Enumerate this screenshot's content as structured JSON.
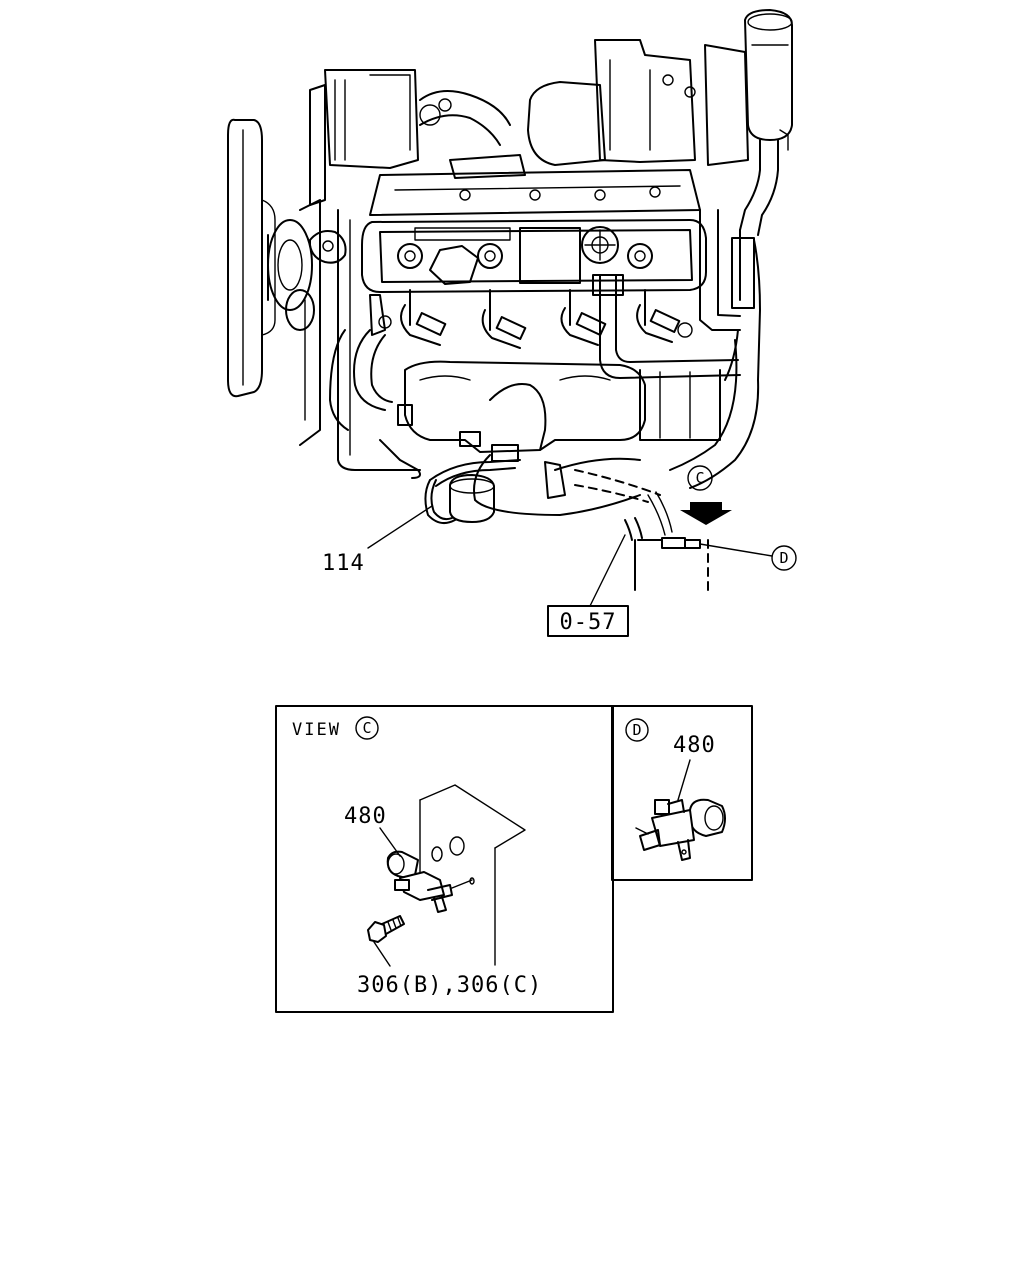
{
  "labels": {
    "part_114": "114",
    "ref_box": "0-57",
    "view_c_title": "VIEW",
    "callout_c": "C",
    "callout_d": "D",
    "view_c_part_480": "480",
    "view_c_part_306": "306(B),306(C)",
    "view_d_part_480": "480"
  }
}
